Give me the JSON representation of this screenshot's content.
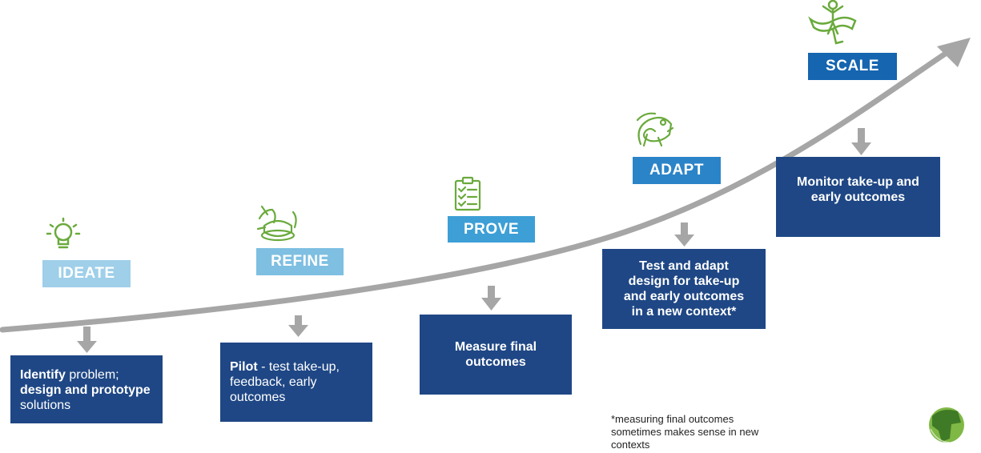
{
  "colors": {
    "curve": "#a6a6a6",
    "box_fill": "#1f4785",
    "icon_green": "#6aaa3c",
    "ideate": "#9fcfe9",
    "refine": "#7ebfe2",
    "prove": "#3d9fd6",
    "adapt": "#2b84c8",
    "scale": "#1565b0"
  },
  "stages": [
    {
      "label": "IDEATE",
      "icon": "lightbulb-icon"
    },
    {
      "label": "REFINE",
      "icon": "pottery-hands-icon"
    },
    {
      "label": "PROVE",
      "icon": "clipboard-checklist-icon"
    },
    {
      "label": "ADAPT",
      "icon": "chameleon-icon"
    },
    {
      "label": "SCALE",
      "icon": "finish-line-runner-icon"
    }
  ],
  "boxes": {
    "ideate": {
      "t1": "Identify",
      "t2": " problem; ",
      "t3": "design and prototype",
      "t4": " solutions"
    },
    "refine": {
      "t1": "Pilot",
      "t2": " - test take-up, feedback, early outcomes"
    },
    "prove": {
      "line1": "Measure final",
      "line2": "outcomes"
    },
    "adapt": {
      "line1": "Test and adapt",
      "line2": "design for take-up",
      "line3": "and early outcomes",
      "line4": "in a new context*"
    },
    "scale": {
      "line1": "Monitor take-up and",
      "line2": "early outcomes"
    }
  },
  "footnote": "*measuring final outcomes sometimes makes sense in new contexts",
  "logo": "globe-logo"
}
